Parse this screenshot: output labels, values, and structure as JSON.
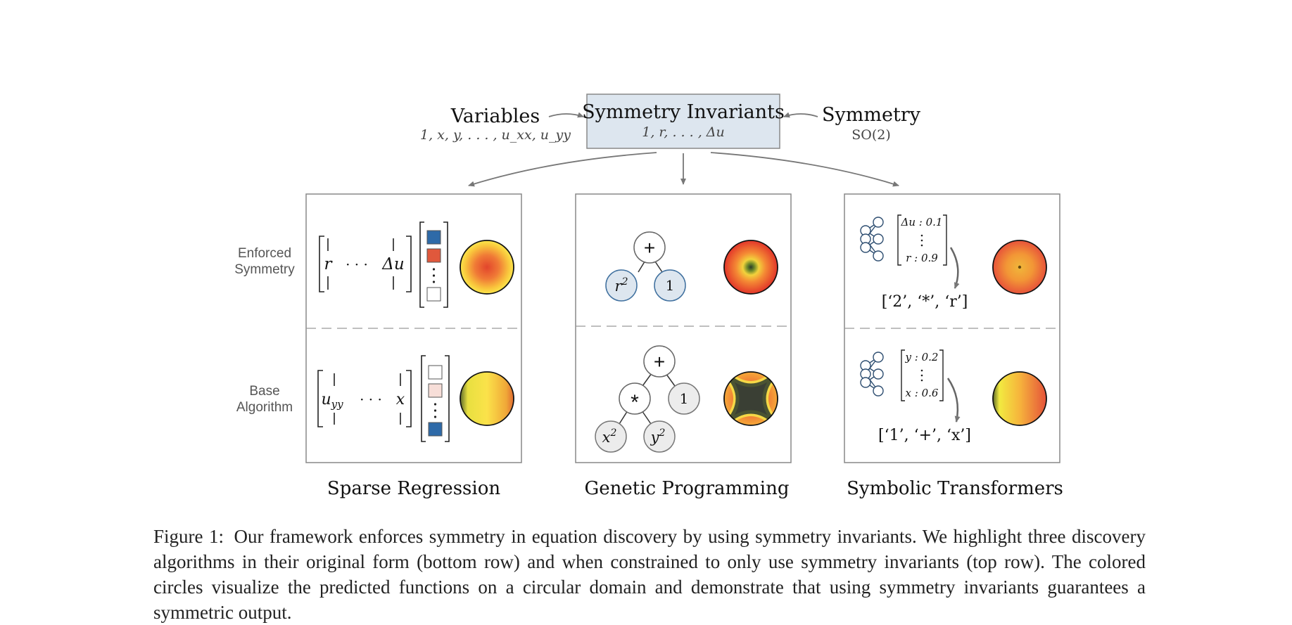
{
  "header": {
    "variables_title": "Variables",
    "variables_sub": "1, x, y, . . . , u_xx, u_yy",
    "invariants_title": "Symmetry Invariants",
    "invariants_sub": "1, r, . . . , Δu",
    "symmetry_title": "Symmetry",
    "symmetry_sub": "SO(2)"
  },
  "rows": {
    "top_label_1": "Enforced",
    "top_label_2": "Symmetry",
    "bottom_label_1": "Base",
    "bottom_label_2": "Algorithm"
  },
  "sparse": {
    "top_col_left": "r",
    "top_col_right": "Δu",
    "bottom_col_left": "u",
    "bottom_col_left_sub": "yy",
    "bottom_col_right": "x",
    "dots": "· · ·",
    "coef_top": [
      "#2e6aa8",
      "#e0583c",
      "#ffffff"
    ],
    "coef_bottom": [
      "#ffffff",
      "#f7ded8",
      "#2e6aa8"
    ]
  },
  "genetic": {
    "top_root": "+",
    "top_left": "r",
    "top_left_sup": "2",
    "top_right": "1",
    "bottom_root": "+",
    "bottom_mid": "*",
    "bottom_right": "1",
    "bottom_left": "x",
    "bottom_left_sup": "2",
    "bottom_leaf2": "y",
    "bottom_leaf2_sup": "2"
  },
  "transformers": {
    "top_vec_first": "Δu : 0.1",
    "top_vec_last": "r : 0.9",
    "top_tokens": "[‘2’, ‘*’, ‘r’]",
    "bottom_vec_first": "y : 0.2",
    "bottom_vec_last": "x : 0.6",
    "bottom_tokens": "[‘1’, ‘+’, ‘x’]"
  },
  "columns": {
    "sparse_title": "Sparse Regression",
    "genetic_title": "Genetic Programming",
    "transformers_title": "Symbolic Transformers"
  },
  "caption": {
    "label": "Figure 1:",
    "text": "Our framework enforces symmetry in equation discovery by using symmetry invariants. We highlight three discovery algorithms in their original form (bottom row) and when constrained to only use symmetry invariants (top row). The colored circles visualize the predicted functions on a circular domain and demonstrate that using symmetry invariants guarantees a symmetric output."
  }
}
